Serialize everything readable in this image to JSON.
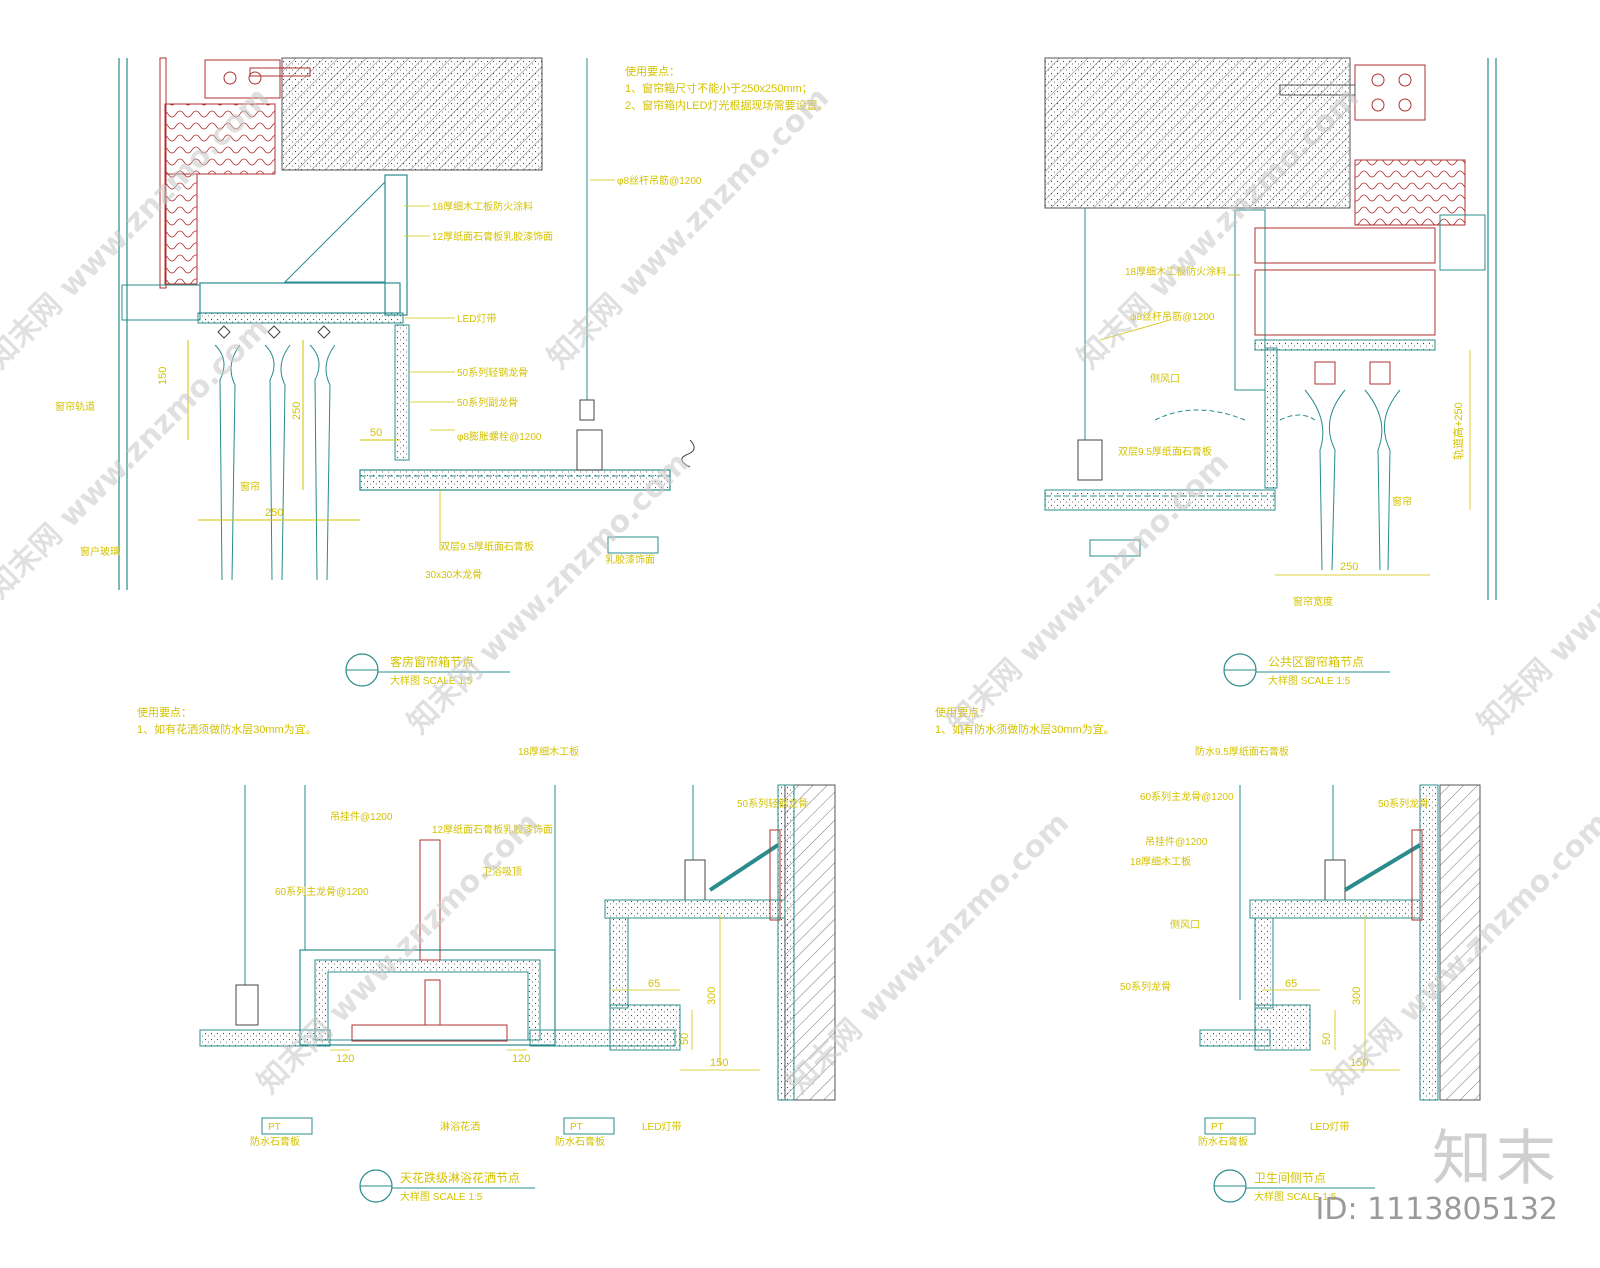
{
  "details": [
    {
      "title": "客房窗帘箱节点",
      "scale": "大样图   SCALE 1:5",
      "notes": [
        "使用要点：",
        "1、窗帘箱尺寸不能小于250x250mm；",
        "2、窗帘箱内LED灯光根据现场需要设置。"
      ],
      "labels": [
        "18厚细木工板防火涂料",
        "12厚纸面石膏板乳胶漆饰面",
        "LED灯带",
        "50系列轻钢龙骨",
        "50系列副龙骨",
        "φ8丝杆吊筋@1200",
        "φ8膨胀螺栓@1200",
        "双层9.5厚纸面石膏板",
        "乳胶漆饰面",
        "窗帘轨道",
        "窗帘",
        "窗户玻璃",
        "30x30木龙骨"
      ],
      "dims": [
        "150",
        "250",
        "50",
        "250"
      ]
    },
    {
      "title": "公共区窗帘箱节点",
      "scale": "大样图   SCALE 1:5",
      "labels": [
        "18厚细木工板防火涂料",
        "φ8丝杆吊筋@1200",
        "侧风口",
        "双层9.5厚纸面石膏板",
        "窗帘",
        "窗帘宽度"
      ],
      "dims": [
        "250",
        "轨道高+250"
      ]
    },
    {
      "title": "天花跌级淋浴花洒节点",
      "scale": "大样图   SCALE 1:5",
      "notes": [
        "使用要点：",
        "1、如有花洒须做防水层30mm为宜。"
      ],
      "labels": [
        "吊挂件@1200",
        "12厚纸面石膏板乳胶漆饰面",
        "60系列主龙骨@1200",
        "卫浴吸顶",
        "淋浴花洒",
        "防水石膏板",
        "LED灯带",
        "18厚细木工板",
        "50系列轻钢龙骨",
        "防水石膏板"
      ],
      "dims": [
        "120",
        "120",
        "65",
        "300",
        "50",
        "150"
      ],
      "tags": [
        "PT",
        "PT"
      ]
    },
    {
      "title": "卫生间侧节点",
      "scale": "大样图   SCALE 1:5",
      "notes": [
        "使用要点：",
        "1、如有防水须做防水层30mm为宜。"
      ],
      "labels": [
        "防水9.5厚纸面石膏板",
        "60系列主龙骨@1200",
        "50系列龙骨",
        "吊挂件@1200",
        "18厚细木工板",
        "侧风口",
        "50系列龙骨",
        "LED灯带",
        "防水石膏板"
      ],
      "dims": [
        "65",
        "300",
        "50",
        "150"
      ],
      "tags": [
        "PT"
      ]
    }
  ],
  "watermark": "知末网 www.znzmo.com",
  "brand": {
    "logo": "知末",
    "id": "ID: 1113805132"
  }
}
